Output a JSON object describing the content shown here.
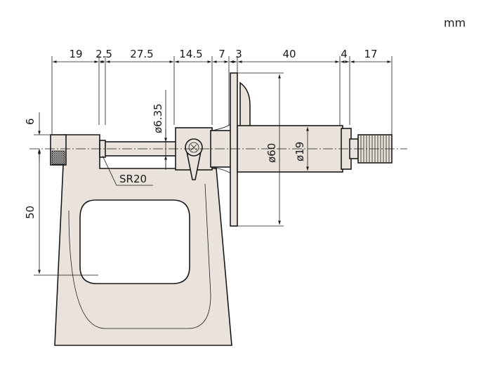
{
  "unit": "mm",
  "dimensions": {
    "top": [
      "19",
      "2.5",
      "27.5",
      "14.5",
      "7",
      "3",
      "40",
      "4",
      "17"
    ],
    "spindle_dia": "ø6.35",
    "thimble_dia": "ø60",
    "sleeve_dia": "ø19",
    "left_top": "6",
    "left_bottom": "50",
    "tip_radius": "SR20"
  }
}
